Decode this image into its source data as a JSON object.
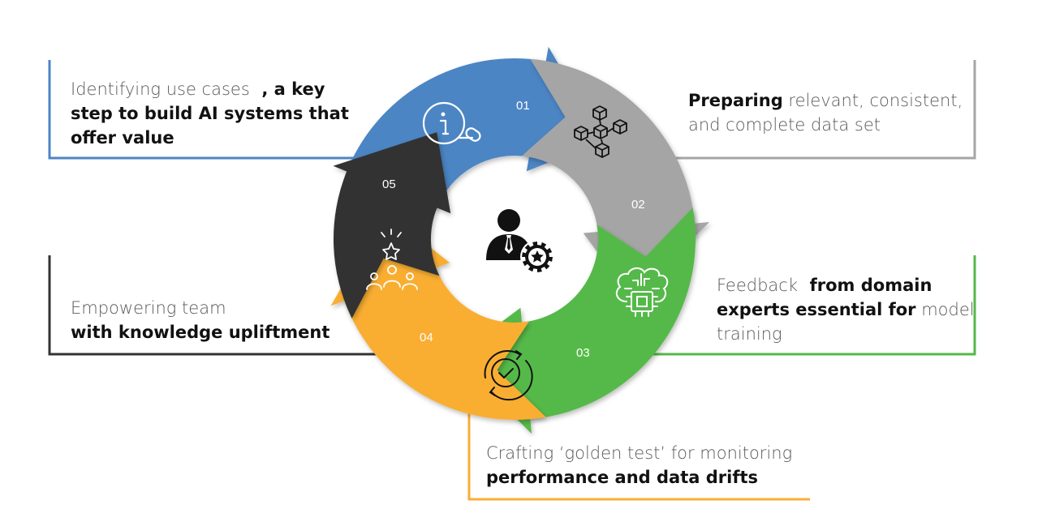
{
  "steps": [
    {
      "number": "01",
      "color": "#4c85c4",
      "icon": "search-info-icon",
      "lines": [
        [
          {
            "text": "Identifying use cases",
            "w": "l"
          },
          {
            "text": "  , a key",
            "w": "b"
          }
        ],
        [
          {
            "text": "step to build AI systems that",
            "w": "b"
          }
        ],
        [
          {
            "text": "offer value",
            "w": "b"
          }
        ]
      ]
    },
    {
      "number": "02",
      "color": "#a5a5a5",
      "icon": "data-cubes-icon",
      "lines": [
        [
          {
            "text": "Preparing",
            "w": "b"
          },
          {
            "text": " relevant, consistent,",
            "w": "l"
          }
        ],
        [
          {
            "text": "and complete data set",
            "w": "l"
          }
        ]
      ]
    },
    {
      "number": "03",
      "color": "#54b948",
      "icon": "brain-chip-icon",
      "lines": [
        [
          {
            "text": "Feedback",
            "w": "l"
          },
          {
            "text": "  from domain",
            "w": "b"
          }
        ],
        [
          {
            "text": "experts essential for",
            "w": "b"
          },
          {
            "text": " model",
            "w": "l"
          }
        ],
        [
          {
            "text": "training",
            "w": "l"
          }
        ]
      ]
    },
    {
      "number": "04",
      "color": "#f9ae33",
      "icon": "cycle-check-icon",
      "lines": [
        [
          {
            "text": "Crafting ‘golden test’ for monitoring",
            "w": "l"
          }
        ],
        [
          {
            "text": "performance and data drifts",
            "w": "b"
          }
        ]
      ]
    },
    {
      "number": "05",
      "color": "#333333",
      "icon": "team-star-icon",
      "lines": [
        [
          {
            "text": "Empowering team",
            "w": "l"
          }
        ],
        [
          {
            "text": "with knowledge upliftment",
            "w": "b"
          }
        ]
      ]
    }
  ],
  "center_icon": "businessman-badge-icon"
}
